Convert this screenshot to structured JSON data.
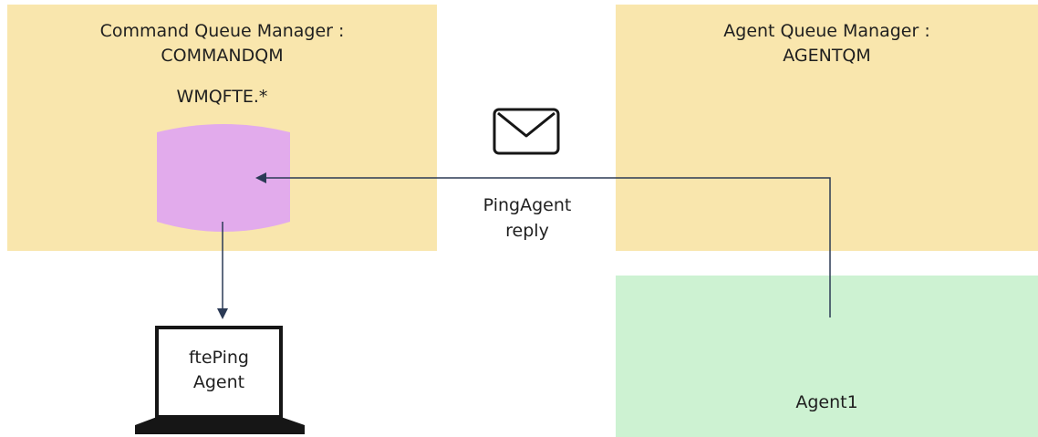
{
  "command_qm": {
    "title_line1": "Command Queue Manager :",
    "title_line2": "COMMANDQM",
    "queue_name": "WMQFTE.*"
  },
  "agent_qm": {
    "title_line1": "Agent Queue Manager :",
    "title_line2": "AGENTQM"
  },
  "agent1": {
    "label": "Agent1"
  },
  "message": {
    "label_line1": "PingAgent",
    "label_line2": "reply",
    "icon": "envelope-icon"
  },
  "laptop": {
    "label_line1": "ftePing",
    "label_line2": "Agent",
    "icon": "laptop-icon"
  },
  "colors": {
    "queue_manager_bg": "#f9e6ad",
    "agent_bg": "#cdf2d2",
    "queue_fill": "#e2abec",
    "arrow": "#2b3a55"
  }
}
